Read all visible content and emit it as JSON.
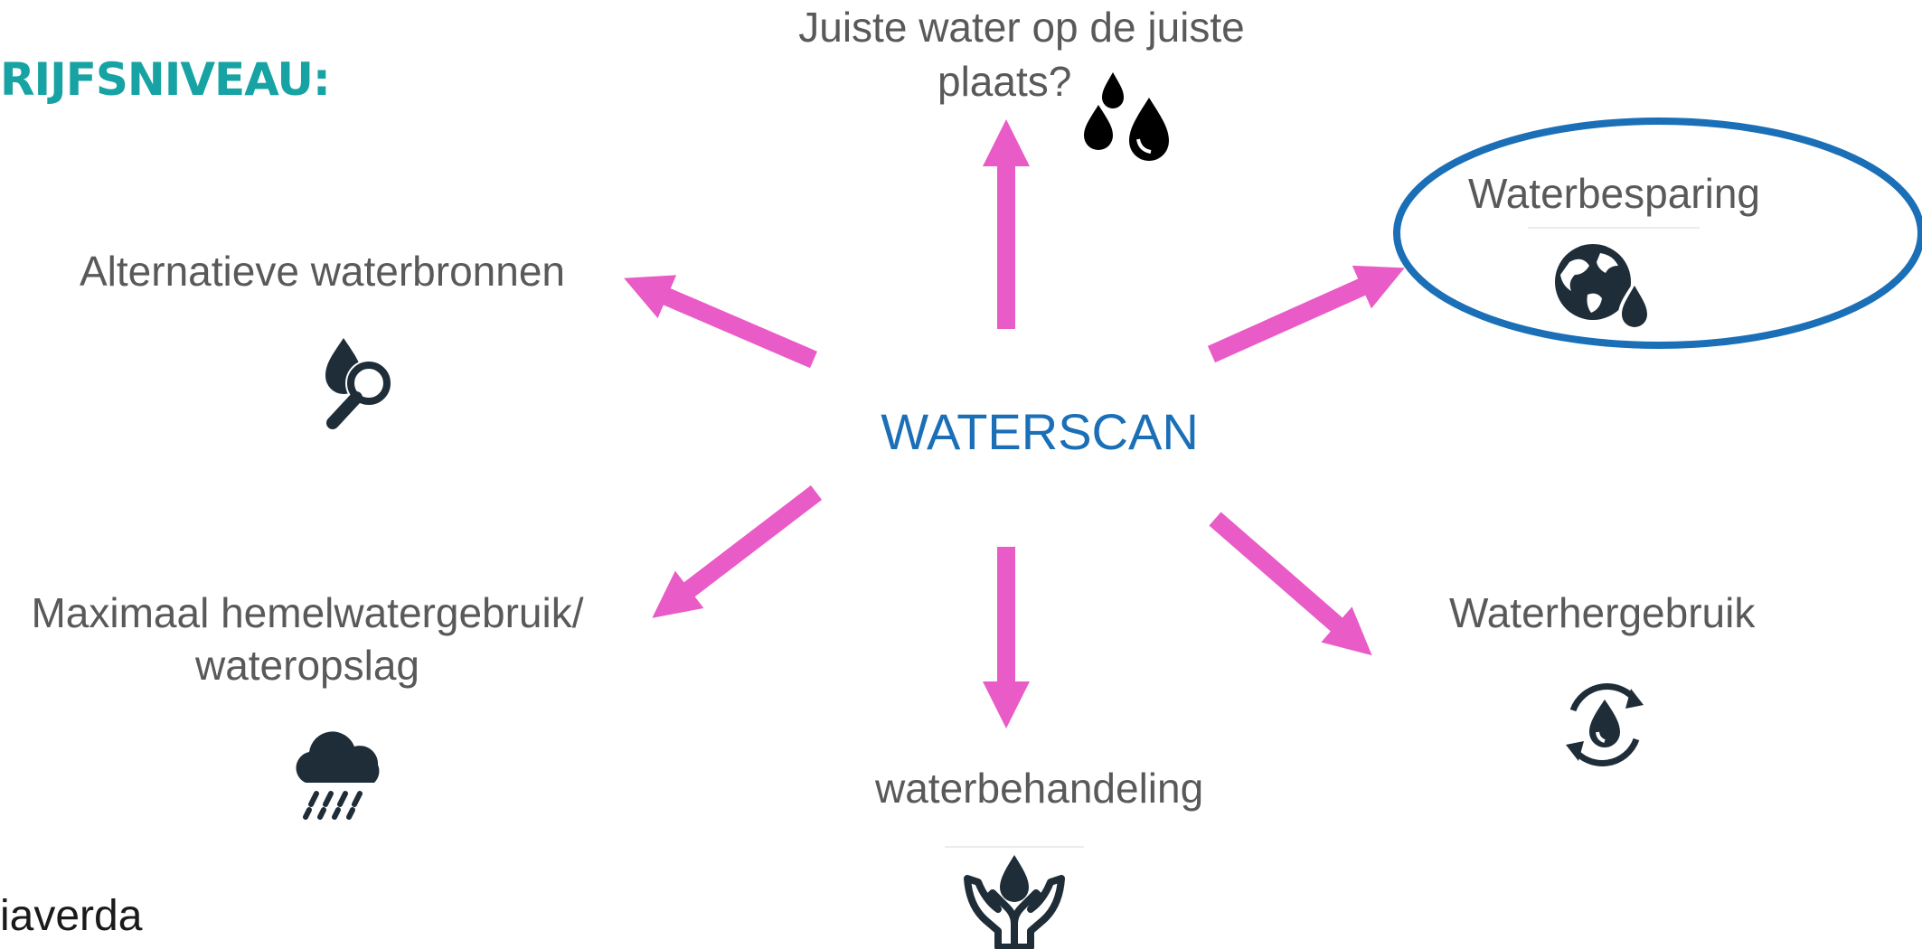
{
  "header": {
    "text": "RIJFSNIVEAU:"
  },
  "center": {
    "label": "WATERSCAN"
  },
  "nodes": {
    "top": {
      "line1": "Juiste water op de juiste",
      "line2": "plaats?"
    },
    "top_right": {
      "label": "Waterbesparing"
    },
    "left": {
      "label": "Alternatieve waterbronnen"
    },
    "bottom_left": {
      "line1": "Maximaal hemelwatergebruik/",
      "line2": "wateropslag"
    },
    "bottom": {
      "label": "waterbehandeling"
    },
    "bottom_right": {
      "label": "Waterhergebruik"
    }
  },
  "icons": {
    "top": "water-drops-icon",
    "top_right": "globe-water-drop-icon",
    "left": "water-drop-magnifier-icon",
    "bottom_left": "rain-cloud-icon",
    "bottom": "hands-water-drop-icon",
    "bottom_right": "recycle-water-drop-icon"
  },
  "brand": {
    "text": "iaverda"
  },
  "colors": {
    "arrow": "#e95bc6",
    "highlight_ellipse": "#1a6fb7",
    "center_text": "#1a6fb7",
    "header_text": "#17a2a3",
    "icon": "#1e2d38"
  }
}
